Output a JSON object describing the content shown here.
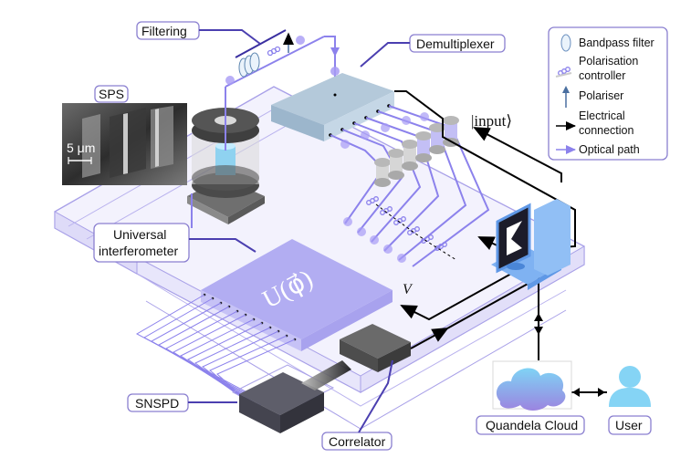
{
  "labels": {
    "filtering": "Filtering",
    "sps": "SPS",
    "scale_bar": "5 μm",
    "demultiplexer": "Demultiplexer",
    "universal_interferometer_line1": "Universal",
    "universal_interferometer_line2": "interferometer",
    "snspd": "SNSPD",
    "correlator": "Correlator",
    "quandela_cloud": "Quandela Cloud",
    "user": "User",
    "input_ket": "|input⟩",
    "voltage_vector": "V⃗",
    "unitary": "U(φ⃗)"
  },
  "legend": {
    "items": [
      {
        "icon": "bandpass-filter-icon",
        "label_line1": "Bandpass filter",
        "label_line2": ""
      },
      {
        "icon": "polarisation-controller-icon",
        "label_line1": "Polarisation",
        "label_line2": "controller"
      },
      {
        "icon": "polariser-arrow-icon",
        "label_line1": "Polariser",
        "label_line2": ""
      },
      {
        "icon": "electrical-connection-arrow-icon",
        "label_line1": "Electrical",
        "label_line2": "connection"
      },
      {
        "icon": "optical-path-arrow-icon",
        "label_line1": "Optical path",
        "label_line2": ""
      }
    ]
  },
  "colors": {
    "accent": "#8c82ec",
    "leader": "#4b3fb0",
    "platform": "#f1f0fc",
    "platform_edge": "#a9a1e8",
    "chip": "#b2adf2",
    "demux": "#b9cfe0",
    "computer": "#6fa8f0",
    "cloud_top": "#7fd3f5",
    "cloud_bottom": "#9b8ee6",
    "user": "#85d4f5",
    "electrical": "#000000"
  }
}
